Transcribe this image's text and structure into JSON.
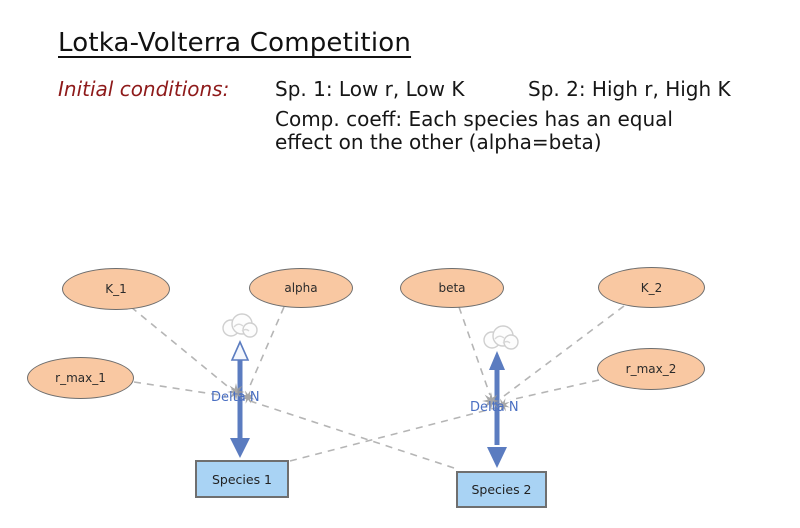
{
  "title": "Lotka-Volterra Competition",
  "notes": {
    "initial_conditions_label": "Initial conditions:",
    "sp1_text": "Sp. 1: Low r, Low K",
    "sp2_text": "Sp. 2: High r, High K",
    "comp_coeff_line1": "Comp. coeff: Each species has an equal",
    "comp_coeff_line2": "effect on the other (alpha=beta)"
  },
  "diagram": {
    "converters": [
      {
        "label": "K_1"
      },
      {
        "label": "alpha"
      },
      {
        "label": "beta"
      },
      {
        "label": "K_2"
      },
      {
        "label": "r_max_1"
      },
      {
        "label": "r_max_2"
      }
    ],
    "stocks": [
      {
        "label": "Species 1"
      },
      {
        "label": "Species 2"
      }
    ],
    "flows": [
      {
        "label": "Delta N"
      },
      {
        "label": "Delta N"
      }
    ],
    "colors": {
      "converter_fill": "#f9c8a2",
      "converter_border": "#6e6e6e",
      "stock_fill": "#a9d3f4",
      "stock_border": "#6f6f6f",
      "flow_blue": "#5b7cc0",
      "flow_label_blue": "#4a6fc2",
      "connector_gray": "#b5b5b5",
      "valve_gray": "#9a9a9a",
      "cloud_gray": "#cfcfcf",
      "initial_conditions_red": "#8e1a1a",
      "title_color": "#111111"
    }
  }
}
